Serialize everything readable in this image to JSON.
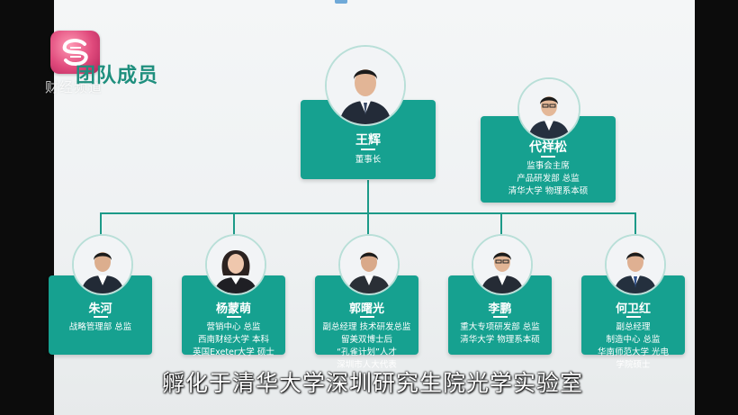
{
  "header": {
    "section_title": "团队成员",
    "logo_icon": "broadcaster-logo-icon",
    "logo_caption": "财经频道"
  },
  "colors": {
    "accent": "#16a190",
    "title": "#1f8f7e",
    "connector": "#1c9a88"
  },
  "leaders": [
    {
      "name": "王辉",
      "lines": [
        "董事长"
      ]
    },
    {
      "name": "代祥松",
      "lines": [
        "监事会主席",
        "产品研发部 总监",
        "清华大学 物理系本硕"
      ]
    }
  ],
  "members": [
    {
      "name": "朱河",
      "lines": [
        "战略管理部 总监"
      ]
    },
    {
      "name": "杨蒙萌",
      "lines": [
        "营销中心 总监",
        "西南财经大学 本科",
        "英国Exeter大学 硕士"
      ]
    },
    {
      "name": "郭曙光",
      "lines": [
        "副总经理 技术研发总监",
        "留美双博士后",
        "“孔雀计划”人才",
        "深圳市人大代表"
      ]
    },
    {
      "name": "李鹏",
      "lines": [
        "重大专项研发部 总监",
        "清华大学 物理系本硕"
      ]
    },
    {
      "name": "何卫红",
      "lines": [
        "副总经理",
        "制造中心 总监",
        "华南师范大学 光电",
        "学院硕士"
      ]
    }
  ],
  "subtitle": "孵化于清华大学深圳研究生院光学实验室"
}
